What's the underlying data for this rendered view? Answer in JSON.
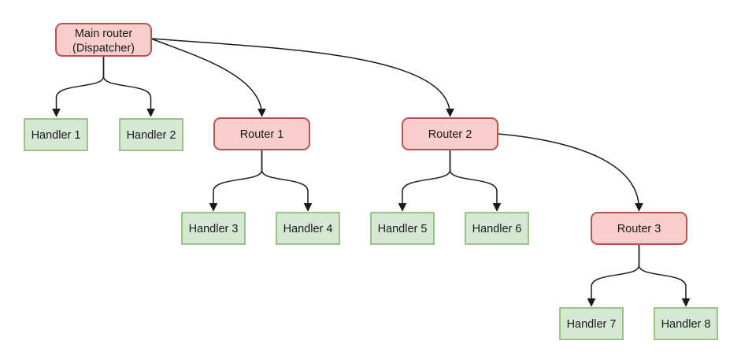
{
  "diagram": {
    "type": "flowchart",
    "direction": "top-down",
    "colors": {
      "background": "#ffffff",
      "router_fill": "#f8cecc",
      "router_border": "#b85450",
      "handler_fill": "#d5e8d4",
      "handler_border": "#82b366",
      "edge": "#1a1a1a",
      "text": "#1a1a1a"
    },
    "nodes": {
      "main": {
        "kind": "router",
        "line1": "Main router",
        "line2": "(Dispatcher)"
      },
      "h1": {
        "kind": "handler",
        "label": "Handler 1"
      },
      "h2": {
        "kind": "handler",
        "label": "Handler 2"
      },
      "r1": {
        "kind": "router",
        "label": "Router 1"
      },
      "r2": {
        "kind": "router",
        "label": "Router 2"
      },
      "h3": {
        "kind": "handler",
        "label": "Handler 3"
      },
      "h4": {
        "kind": "handler",
        "label": "Handler 4"
      },
      "h5": {
        "kind": "handler",
        "label": "Handler 5"
      },
      "h6": {
        "kind": "handler",
        "label": "Handler 6"
      },
      "r3": {
        "kind": "router",
        "label": "Router 3"
      },
      "h7": {
        "kind": "handler",
        "label": "Handler 7"
      },
      "h8": {
        "kind": "handler",
        "label": "Handler 8"
      }
    },
    "edges": [
      {
        "from": "Main router (Dispatcher)",
        "to": "Handler 1"
      },
      {
        "from": "Main router (Dispatcher)",
        "to": "Handler 2"
      },
      {
        "from": "Main router (Dispatcher)",
        "to": "Router 1"
      },
      {
        "from": "Main router (Dispatcher)",
        "to": "Router 2"
      },
      {
        "from": "Router 1",
        "to": "Handler 3"
      },
      {
        "from": "Router 1",
        "to": "Handler 4"
      },
      {
        "from": "Router 2",
        "to": "Handler 5"
      },
      {
        "from": "Router 2",
        "to": "Handler 6"
      },
      {
        "from": "Router 2",
        "to": "Router 3"
      },
      {
        "from": "Router 3",
        "to": "Handler 7"
      },
      {
        "from": "Router 3",
        "to": "Handler 8"
      }
    ]
  }
}
